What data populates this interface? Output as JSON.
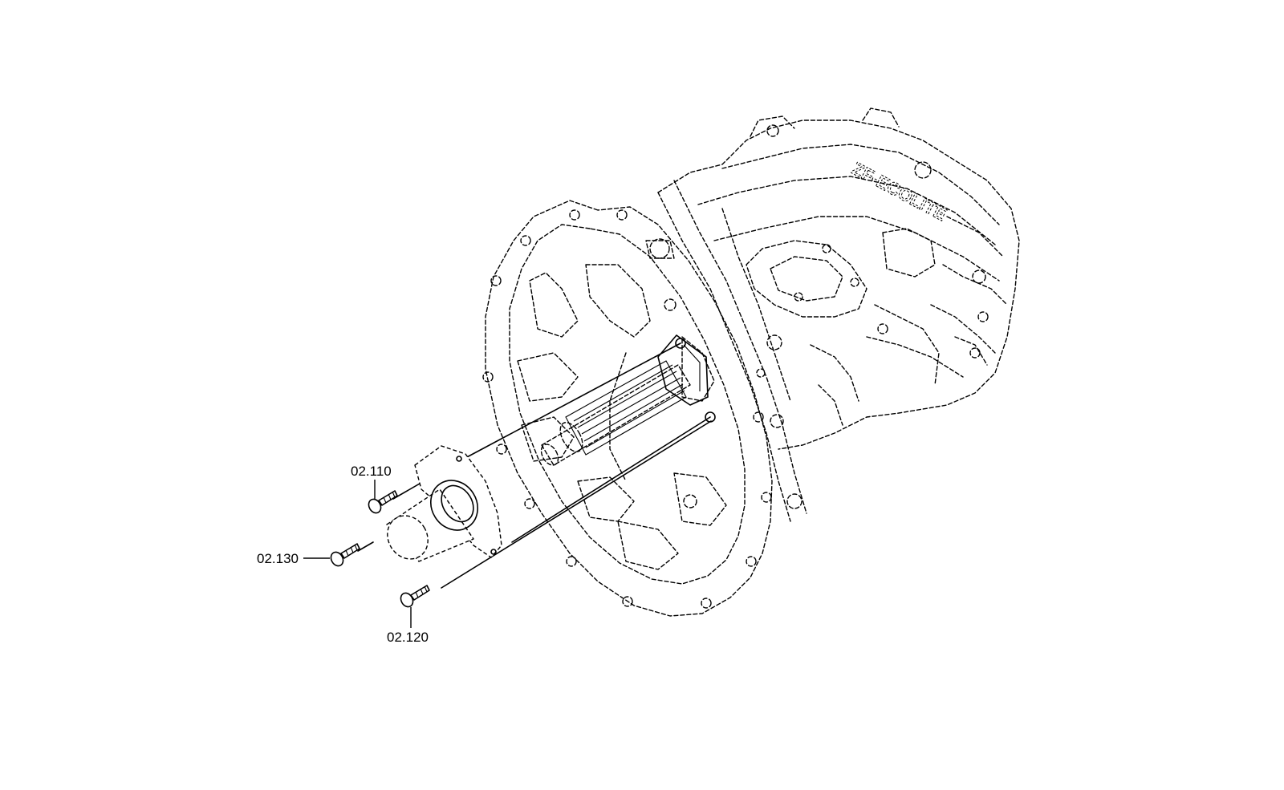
{
  "diagram": {
    "housing_marking": "ZF-ECOLITE",
    "callouts": [
      {
        "id": "bolt-upper",
        "label": "02.110"
      },
      {
        "id": "bolt-middle",
        "label": "02.130"
      },
      {
        "id": "bolt-lower",
        "label": "02.120"
      }
    ]
  }
}
